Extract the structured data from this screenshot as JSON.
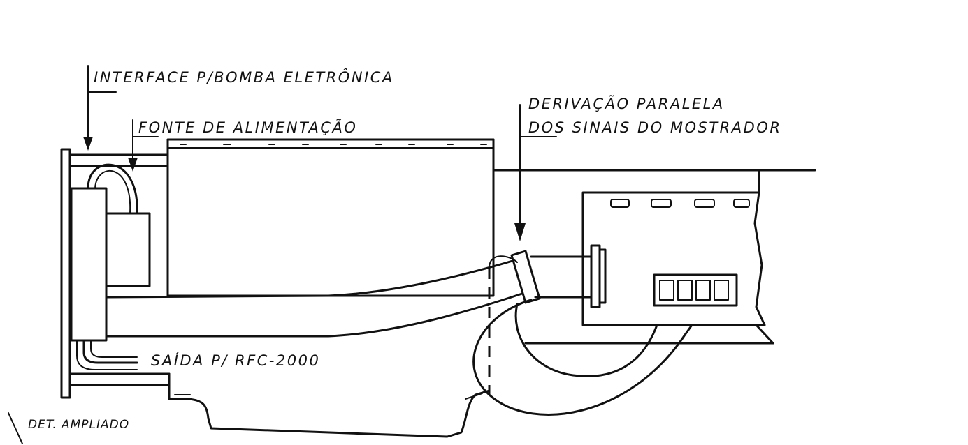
{
  "labels": {
    "interface_pump": "INTERFACE P/BOMBA ELETRÔNICA",
    "power_supply": "FONTE DE ALIMENTAÇÃO",
    "parallel_derivation_line1": "DERIVAÇÃO PARALELA",
    "parallel_derivation_line2": "DOS SINAIS DO MOSTRADOR",
    "output_rfc": "SAÍDA P/ RFC-2000",
    "detail": "DET. AMPLIADO"
  },
  "colors": {
    "ink": "#111111",
    "paper": "#ffffff"
  }
}
